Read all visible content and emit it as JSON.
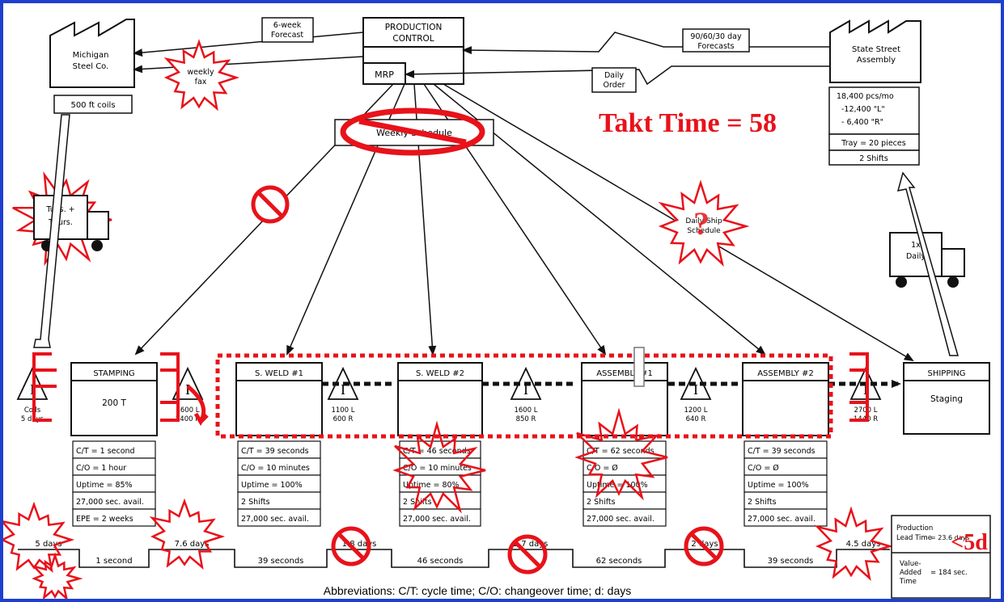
{
  "colors": {
    "frame": "#1f3fd0",
    "kaizen": "#e8121a",
    "ink": "#111111"
  },
  "production_control": {
    "line1": "PRODUCTION",
    "line2": "CONTROL",
    "mrp": "MRP"
  },
  "supplier": {
    "name_line1": "Michigan",
    "name_line2": "Steel Co.",
    "data": "500 ft coils"
  },
  "customer": {
    "name_line1": "State Street",
    "name_line2": "Assembly",
    "demand": [
      "18,400 pcs/mo",
      "-12,400 \"L\"",
      "- 6,400 \"R\""
    ],
    "tray": "Tray = 20 pieces",
    "shifts": "2 Shifts"
  },
  "info_flows": {
    "forecast_6wk": [
      "6-week",
      "Forecast"
    ],
    "weekly_fax": [
      "weekly",
      "fax"
    ],
    "forecast_90": [
      "90/60/30 day",
      "Forecasts"
    ],
    "daily_order": [
      "Daily",
      "Order"
    ],
    "weekly_schedule": "Weekly Schedule",
    "daily_ship": [
      "Daily Ship",
      "Schedule"
    ]
  },
  "takt": "Takt Time = 58",
  "trucks": {
    "inbound": [
      "Tues. +",
      "Thurs."
    ],
    "outbound": [
      "1x",
      "Daily"
    ]
  },
  "processes": [
    {
      "name": "STAMPING",
      "inner": "200 T",
      "data": [
        "C/T = 1 second",
        "C/O = 1 hour",
        "Uptime = 85%",
        "27,000 sec. avail.",
        "EPE = 2 weeks"
      ]
    },
    {
      "name": "S. WELD #1",
      "inner": "",
      "data": [
        "C/T = 39 seconds",
        "C/O = 10 minutes",
        "Uptime = 100%",
        "2 Shifts",
        "27,000 sec. avail."
      ]
    },
    {
      "name": "S. WELD #2",
      "inner": "",
      "data": [
        "C/T = 46 seconds",
        "C/O = 10 minutes",
        "Uptime = 80%",
        "2 Shifts",
        "27,000 sec. avail."
      ]
    },
    {
      "name": "ASSEMBLY #1",
      "inner": "",
      "data": [
        "C/T = 62 seconds",
        "C/O = Ø",
        "Uptime = 100%",
        "2 Shifts",
        "27,000 sec. avail."
      ]
    },
    {
      "name": "ASSEMBLY #2",
      "inner": "",
      "data": [
        "C/T = 39 seconds",
        "C/O = Ø",
        "Uptime = 100%",
        "2 Shifts",
        "27,000 sec. avail."
      ]
    },
    {
      "name": "SHIPPING",
      "inner": "Staging",
      "data": []
    }
  ],
  "inventories": [
    {
      "lines": [
        "Coils",
        "5 days"
      ]
    },
    {
      "lines": [
        "4600 L",
        "2400 R"
      ]
    },
    {
      "lines": [
        "1100 L",
        "600 R"
      ]
    },
    {
      "lines": [
        "1600 L",
        "850 R"
      ]
    },
    {
      "lines": [
        "1200 L",
        "640 R"
      ]
    },
    {
      "lines": [
        "2700 L",
        "1440 R"
      ]
    }
  ],
  "timeline": {
    "days": [
      "5 days",
      "7.6 days",
      "1.8 days",
      "2.7 days",
      "2 days",
      "4.5 days"
    ],
    "times": [
      "1 second",
      "39 seconds",
      "46 seconds",
      "62 seconds",
      "39 seconds"
    ]
  },
  "summary": {
    "lead_label": [
      "Production",
      "Lead Time"
    ],
    "lead_value": "= 23.6 days",
    "target": "<5d",
    "va_label": [
      "Value-",
      "Added",
      "Time"
    ],
    "va_value": "= 184 sec."
  },
  "footer": "Abbreviations: C/T: cycle time; C/O: changeover time; d: days"
}
